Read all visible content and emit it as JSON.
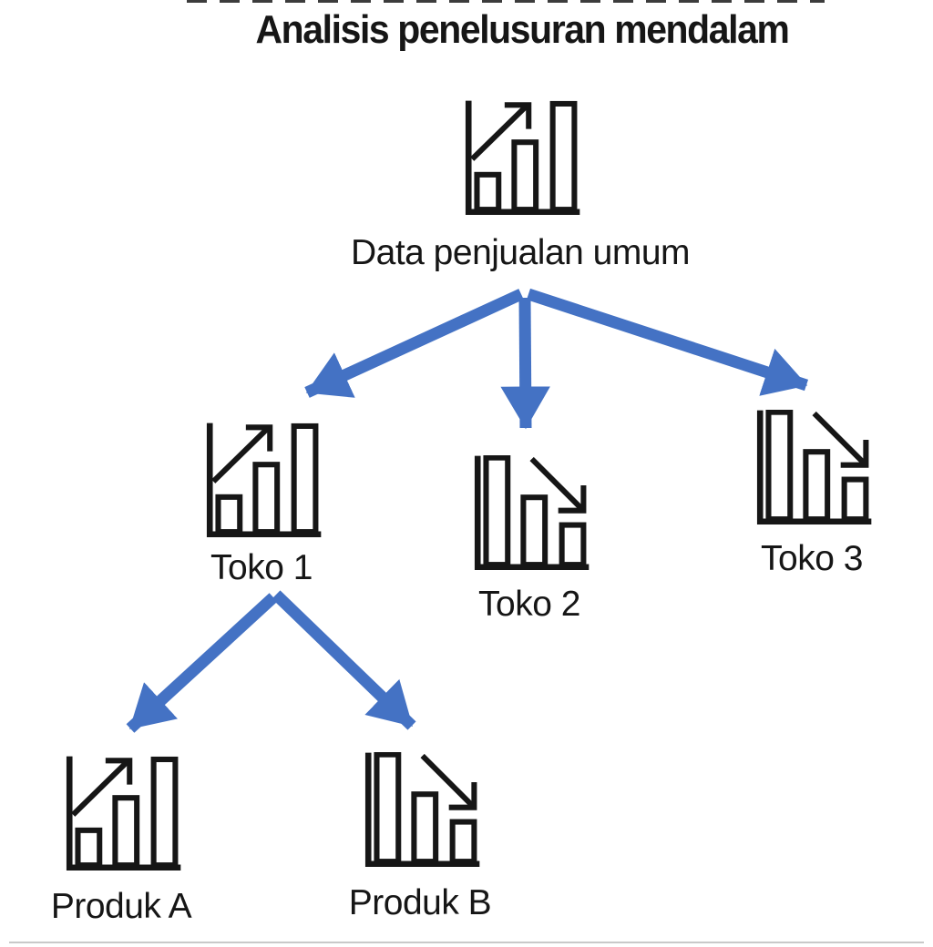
{
  "title": "Analisis penelusuran mendalam",
  "colors": {
    "accent": "#4472C4",
    "icon_stroke": "#161616",
    "background": "#ffffff"
  },
  "tree": {
    "root": {
      "label": "Data penjualan umum",
      "icon": "bar-chart-rising"
    },
    "level1": [
      {
        "label": "Toko 1",
        "icon": "bar-chart-rising"
      },
      {
        "label": "Toko 2",
        "icon": "bar-chart-falling"
      },
      {
        "label": "Toko 3",
        "icon": "bar-chart-falling"
      }
    ],
    "level2": [
      {
        "label": "Produk A",
        "icon": "bar-chart-rising",
        "parent": "Toko 1"
      },
      {
        "label": "Produk B",
        "icon": "bar-chart-falling",
        "parent": "Toko 1"
      }
    ]
  }
}
